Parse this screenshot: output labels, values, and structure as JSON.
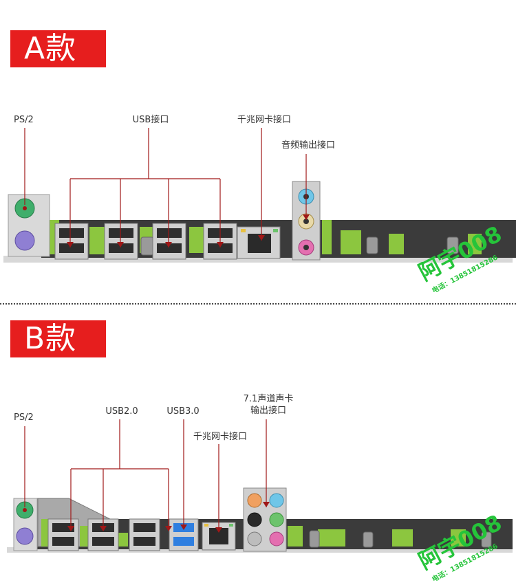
{
  "variant_a": {
    "title": "A款",
    "labels": {
      "ps2": "PS/2",
      "usb": "USB接口",
      "lan": "千兆网卡接口",
      "audio": "音频输出接口"
    }
  },
  "variant_b": {
    "title": "B款",
    "labels": {
      "ps2": "PS/2",
      "usb2": "USB2.0",
      "usb3": "USB3.0",
      "lan": "千兆网卡接口",
      "audio_line1": "7.1声道声卡",
      "audio_line2": "输出接口"
    }
  },
  "watermark": {
    "text": "阿宇008",
    "phone": "电话：13851815286"
  },
  "colors": {
    "badge_red": "#e61e1e",
    "pointer_red": "#a01818",
    "pcb_green": "#8cc63f",
    "ps2_green": "#3fae6b",
    "ps2_purple": "#8f7fd3",
    "usb3_blue": "#2f7fe0",
    "audio_blue": "#6fc6e8",
    "audio_green": "#6cc36c",
    "audio_pink": "#e46fb0",
    "audio_orange": "#f0a060",
    "watermark_green": "#25c43a"
  }
}
